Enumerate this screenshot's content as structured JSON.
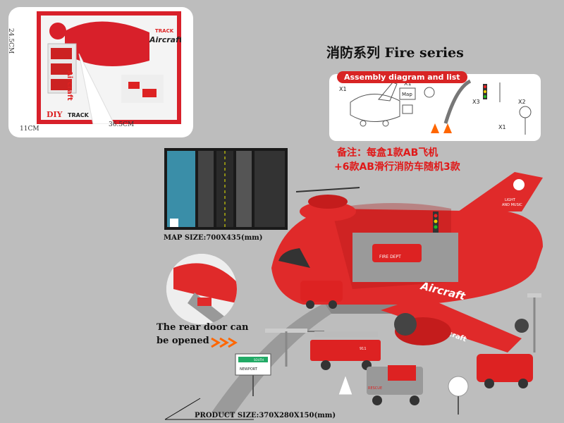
{
  "title": "消防系列  Fire series",
  "box": {
    "height_label": "24.5CM",
    "depth_label": "11CM",
    "width_label": "36.5CM",
    "logo_top": "TRACK",
    "logo_main": "Aircraft",
    "side_text": "Aircraft",
    "diy_label": "DIY",
    "track_label": "TRACK"
  },
  "assembly": {
    "header": "Assembly diagram and list",
    "x1": "X1",
    "x2": "X2",
    "x3": "X3",
    "map_label": "Map"
  },
  "note": {
    "line1": "备注：每盒1款AB飞机",
    "line2": "+6款AB滑行消防车随机3款"
  },
  "map_size": "MAP SIZE:700X435(mm)",
  "door_caption": {
    "line1": "The rear door can",
    "line2": "be opened"
  },
  "product_size": "PRODUCT SIZE:370X280X150(mm)",
  "plane": {
    "side_text": "Aircraft",
    "tail_text_1": "LIGHT",
    "tail_text_2": "AND MUSIC",
    "fire_dept": "FIRE DEPT",
    "engine_number": "911",
    "rescue": "RESCUE"
  },
  "sign": {
    "south": "SOUTH",
    "newport": "NEWPORT"
  },
  "colors": {
    "plane_red": "#e02a2a",
    "background": "#bdbdbd",
    "note_red": "#e01818"
  }
}
